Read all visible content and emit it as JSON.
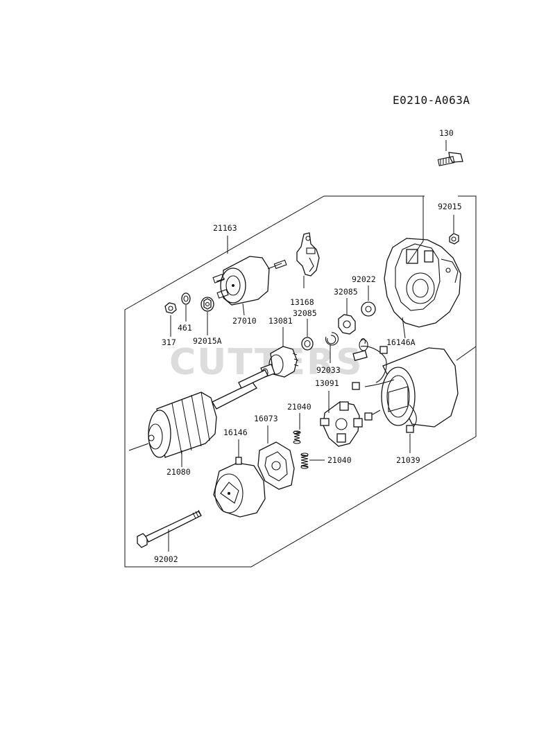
{
  "diagram_code": "E0210-A063A",
  "watermark": "CUTTERS",
  "parts": [
    {
      "id": "p130",
      "number": "130"
    },
    {
      "id": "p92015",
      "number": "92015"
    },
    {
      "id": "p21163",
      "number": "21163"
    },
    {
      "id": "p92022",
      "number": "92022"
    },
    {
      "id": "p32085a",
      "number": "32085"
    },
    {
      "id": "p13168",
      "number": "13168"
    },
    {
      "id": "p32085b",
      "number": "32085"
    },
    {
      "id": "p461",
      "number": "461"
    },
    {
      "id": "p27010",
      "number": "27010"
    },
    {
      "id": "p13081",
      "number": "13081"
    },
    {
      "id": "p16146A",
      "number": "16146A"
    },
    {
      "id": "p317",
      "number": "317"
    },
    {
      "id": "p92015A",
      "number": "92015A"
    },
    {
      "id": "p92033",
      "number": "92033"
    },
    {
      "id": "p13091",
      "number": "13091"
    },
    {
      "id": "p21040a",
      "number": "21040"
    },
    {
      "id": "p16073",
      "number": "16073"
    },
    {
      "id": "p16146",
      "number": "16146"
    },
    {
      "id": "p21040b",
      "number": "21040"
    },
    {
      "id": "p21039",
      "number": "21039"
    },
    {
      "id": "p21080",
      "number": "21080"
    },
    {
      "id": "p92002",
      "number": "92002"
    }
  ]
}
